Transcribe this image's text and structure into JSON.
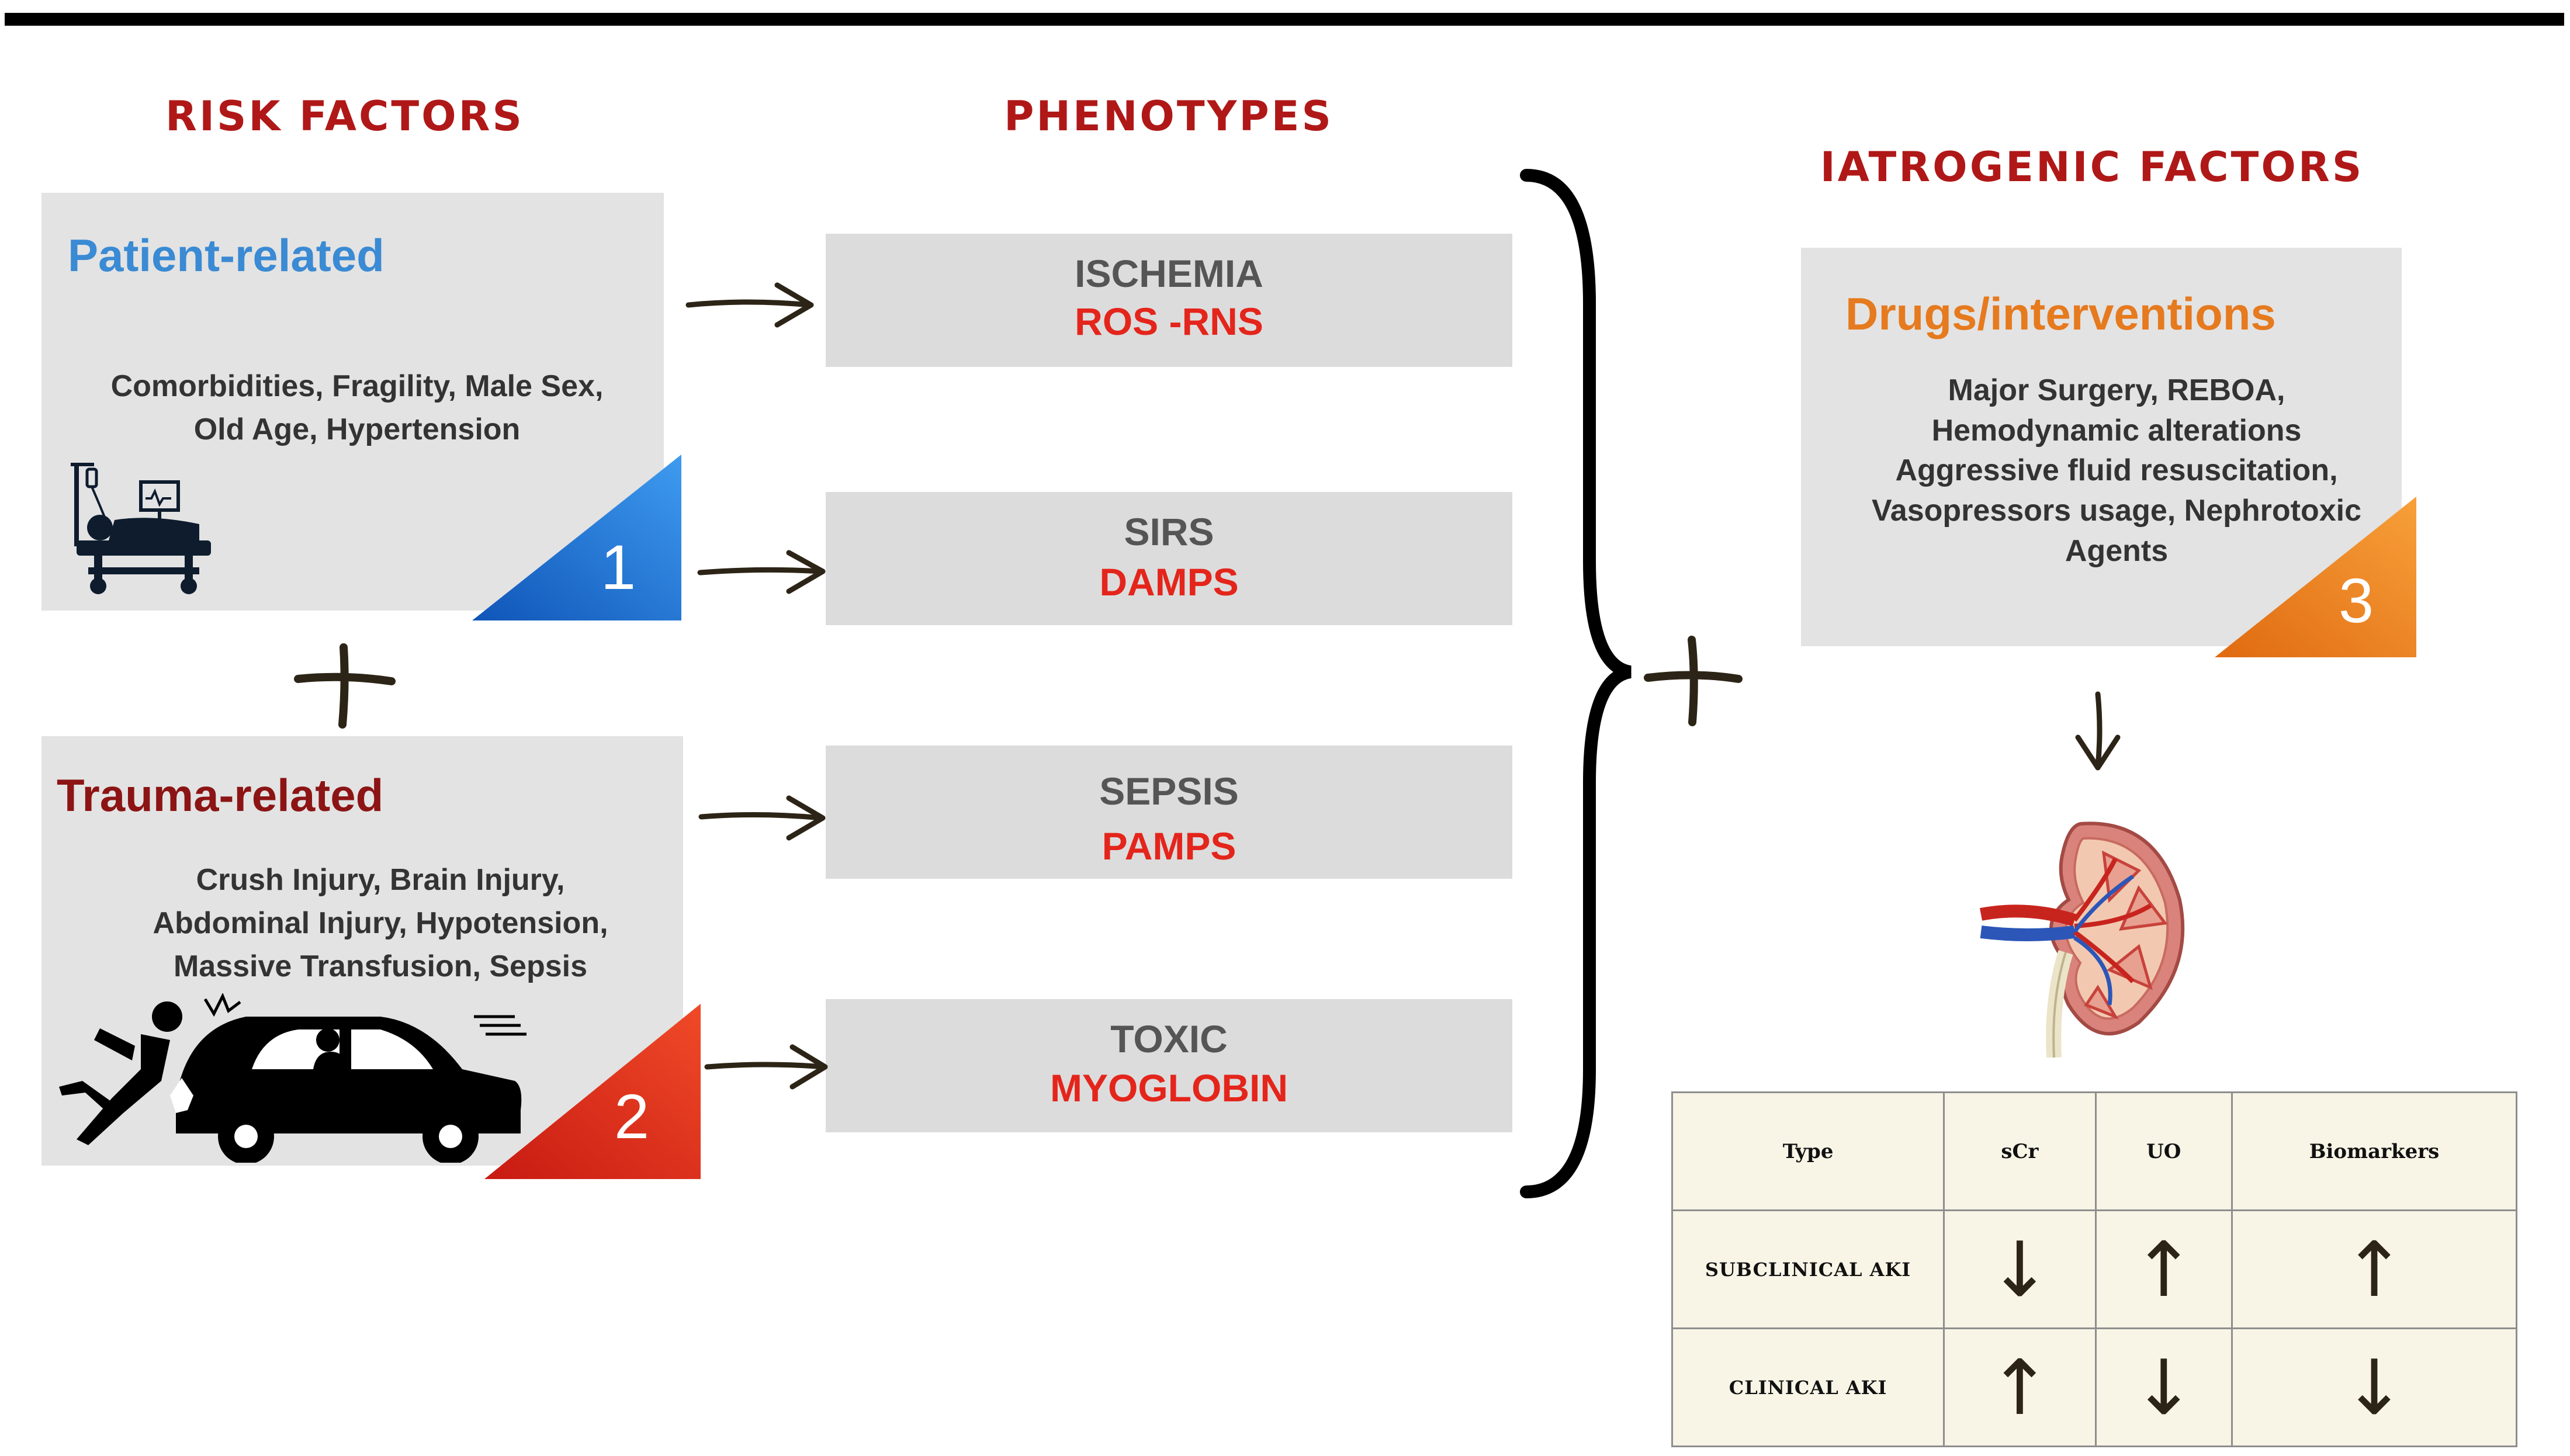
{
  "headers": {
    "risk_factors": "RISK FACTORS",
    "phenotypes": "PHENOTYPES",
    "iatrogenic_factors": "IATROGENIC FACTORS"
  },
  "patient": {
    "title": "Patient-related",
    "line1": "Comorbidities, Fragility, Male Sex,",
    "line2": "Old Age, Hypertension",
    "number": "1",
    "icon": "hospital-bed-icon"
  },
  "trauma": {
    "title": "Trauma-related",
    "line1": "Crush Injury, Brain Injury,",
    "line2": "Abdominal Injury, Hypotension,",
    "line3": "Massive Transfusion, Sepsis",
    "number": "2",
    "icon": "car-accident-icon"
  },
  "iatrogenic": {
    "title": "Drugs/interventions",
    "line1": "Major Surgery, REBOA,",
    "line2": "Hemodynamic alterations",
    "line3": "Aggressive fluid resuscitation,",
    "line4": "Vasopressors usage, Nephrotoxic",
    "line5": "Agents",
    "number": "3"
  },
  "phenotypes": [
    {
      "name": "ISCHEMIA",
      "mediator": "ROS -RNS"
    },
    {
      "name": "SIRS",
      "mediator": "DAMPS"
    },
    {
      "name": "SEPSIS",
      "mediator": "PAMPS"
    },
    {
      "name": "TOXIC",
      "mediator": "MYOGLOBIN"
    }
  ],
  "aki_table": {
    "headers": [
      "Type",
      "sCr",
      "UO",
      "Biomarkers"
    ],
    "rows": [
      {
        "type": "SUBCLINICAL AKI",
        "scr": "↓",
        "uo": "↑",
        "biomarkers": "↑"
      },
      {
        "type": "CLINICAL AKI",
        "scr": "↑",
        "uo": "↓",
        "biomarkers": "↓"
      }
    ]
  },
  "colors": {
    "header_red": "#b01818",
    "patient_blue": "#3a8ad4",
    "trauma_darkred": "#8c1414",
    "drugs_orange": "#e67a1e",
    "mediator_red": "#e4251b",
    "triangle_blue": "#1f6fd0",
    "triangle_red": "#e8321e",
    "triangle_orange": "#f08a1c",
    "arrow_brown": "#2c2416"
  },
  "icons": [
    "hospital-bed-icon",
    "car-accident-icon",
    "kidney-icon"
  ]
}
